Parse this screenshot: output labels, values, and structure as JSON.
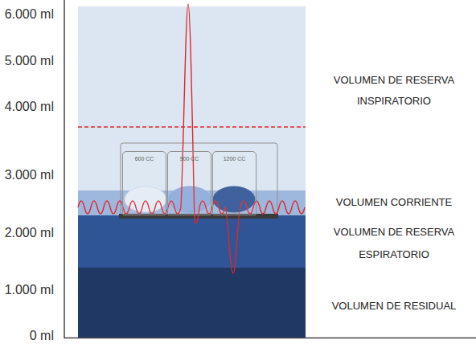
{
  "diagram": {
    "nodes": [
      {
        "text": [
          "600 CC"
        ]
      },
      {
        "text": [
          "900 CC"
        ]
      },
      {
        "text": [
          "1200 CC"
        ]
      }
    ],
    "labels": [
      "6.000 ml",
      "5.000 ml",
      "4.000 ml",
      "3.000 ml",
      "2.000 ml",
      "1.000 ml",
      "0 ml",
      "VOLUMEN DE RESERVA INSPIRATORIO",
      "VOLUMEN CORRIENTE",
      "VOLUMEN DE RESERVA ESPIRATORIO",
      "VOLUMEN DE RESIDUAL"
    ]
  }
}
